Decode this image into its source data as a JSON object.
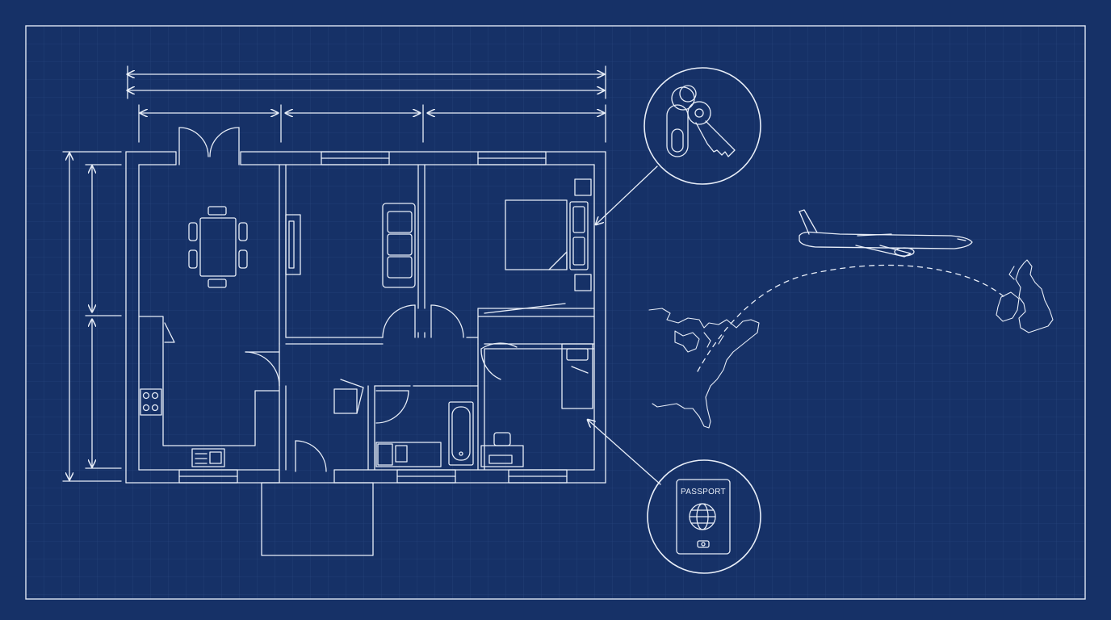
{
  "colors": {
    "background": "#163167",
    "grid": "#3a5a93",
    "line": "#e8eef8"
  },
  "callouts": {
    "keys": {
      "icon": "keys-icon"
    },
    "passport": {
      "icon": "passport-icon",
      "label": "PASSPORT"
    }
  },
  "travel": {
    "airplane": {
      "icon": "airplane-icon"
    },
    "origin_map": {
      "icon": "north-america-east-coast-map"
    },
    "destination_map": {
      "icon": "british-isles-map"
    }
  }
}
